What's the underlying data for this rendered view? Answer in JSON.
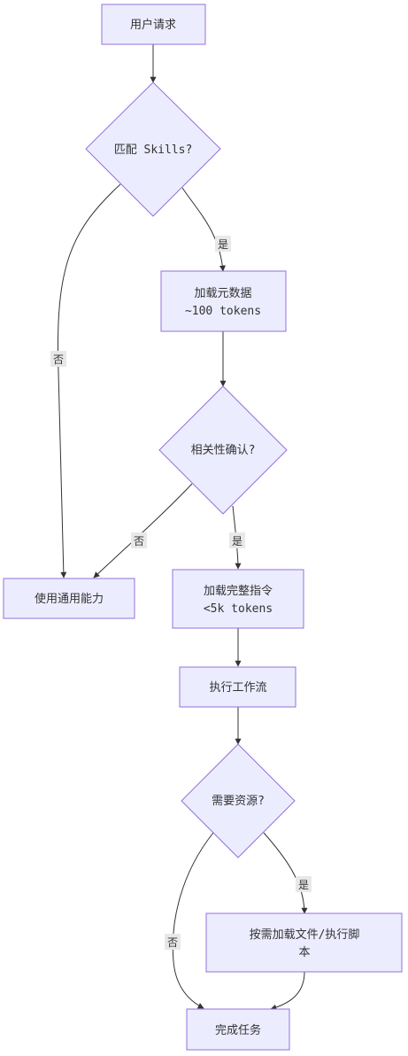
{
  "nodes": {
    "user_request": "用户请求",
    "match_skills": "匹配 Skills?",
    "load_metadata_1": "加载元数据",
    "load_metadata_2": "~100 tokens",
    "relevance_confirm": "相关性确认?",
    "general_ability": "使用通用能力",
    "load_full_1": "加载完整指令",
    "load_full_2": "<5k tokens",
    "execute_workflow": "执行工作流",
    "need_resources": "需要资源?",
    "load_files_1": "按需加载文件/执行脚",
    "load_files_2": "本",
    "complete_task": "完成任务"
  },
  "edge_labels": {
    "match_yes": "是",
    "match_no": "否",
    "relevance_no": "否",
    "relevance_yes": "是",
    "resources_yes": "是",
    "resources_no": "否"
  },
  "colors": {
    "node_fill": "#ECECFF",
    "node_stroke": "#9370DB",
    "edge": "#333333",
    "label_bg": "#e8e8e8"
  }
}
